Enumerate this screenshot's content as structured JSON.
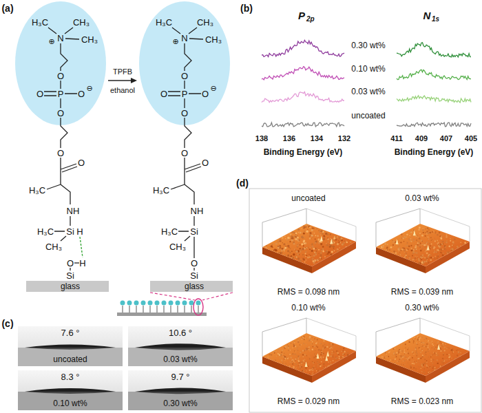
{
  "diagram": {
    "nodes": [
      {
        "text": [
          "7.6 °",
          "uncoated"
        ]
      },
      {
        "text": [
          "10.6 °",
          "0.03 wt%"
        ]
      },
      {
        "text": [
          "8.3 °",
          "0.10 wt%"
        ]
      },
      {
        "text": [
          "9.7 °",
          "0.30 wt%"
        ]
      },
      {
        "text": [
          "uncoated",
          "RMS = 0.098 nm"
        ]
      },
      {
        "text": [
          "0.03 wt%",
          "RMS = 0.039 nm"
        ]
      },
      {
        "text": [
          "0.10 wt%",
          "RMS = 0.029 nm"
        ]
      },
      {
        "text": [
          "0.30 wt%",
          "RMS = 0.023 nm"
        ]
      }
    ],
    "labels": [
      "(a)",
      "H₃C",
      "CH₃",
      "⊕",
      "N",
      "CH₃",
      "O",
      "O",
      "P",
      "O",
      "⊖",
      "O",
      "O",
      "O",
      "H₃C",
      "NH",
      "H₃C",
      "Si",
      "H",
      "CH₃",
      "O",
      "H",
      "Si",
      "glass",
      "TPFB",
      "ethanol",
      "H₃C",
      "CH₃",
      "⊕",
      "N",
      "CH₃",
      "O",
      "O",
      "P",
      "O",
      "⊖",
      "O",
      "O",
      "O",
      "H₃C",
      "NH",
      "H₃C",
      "Si",
      "CH₃",
      "O",
      "Si",
      "glass",
      "(b)",
      "P",
      "2p",
      "N",
      "1s",
      "0.30 wt%",
      "0.10 wt%",
      "0.03 wt%",
      "uncoated",
      "138",
      "136",
      "134",
      "132",
      "Binding Energy (eV)",
      "411",
      "409",
      "407",
      "405",
      "Binding Energy (eV)",
      "(c)",
      "(d)"
    ]
  }
}
